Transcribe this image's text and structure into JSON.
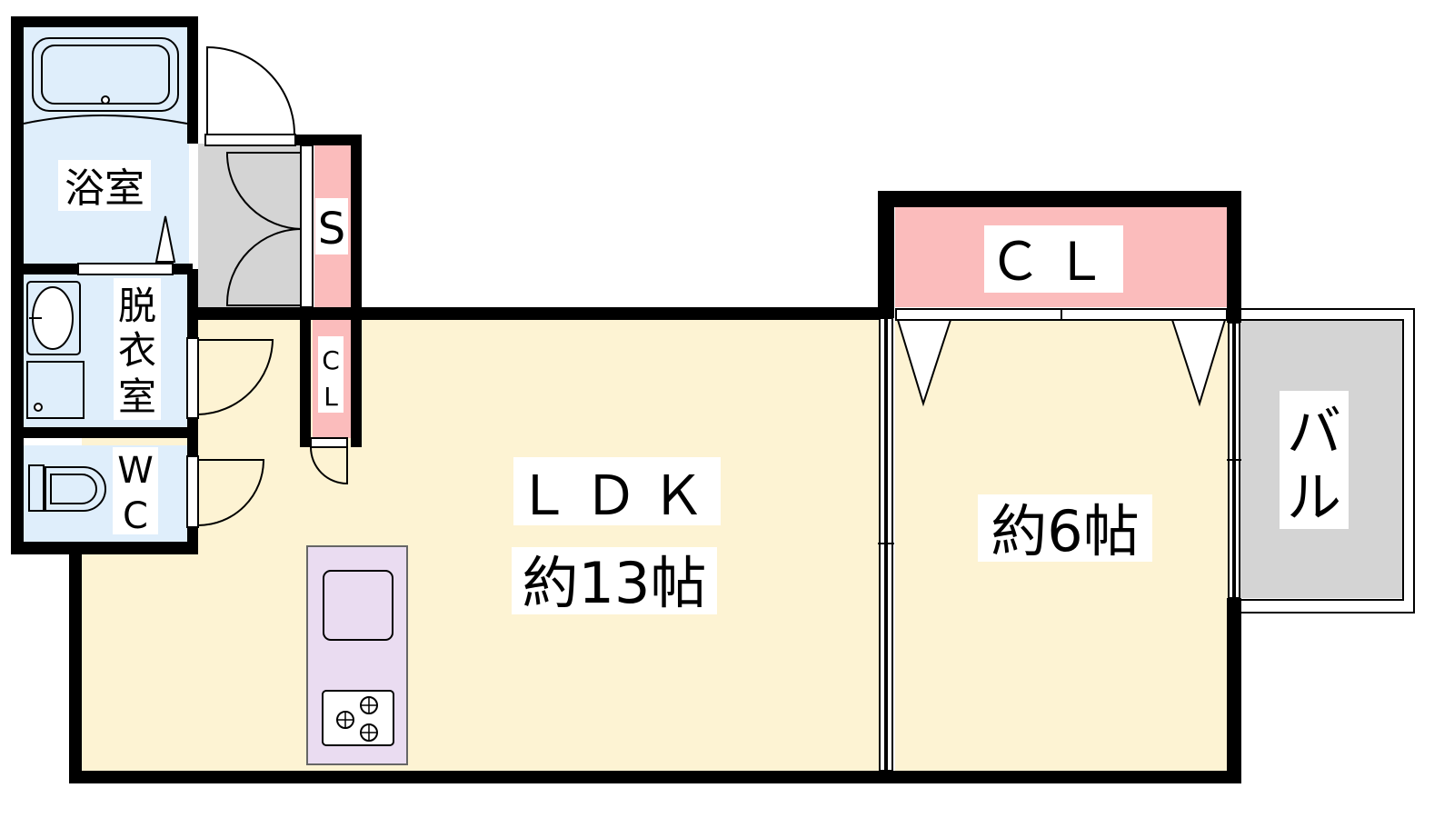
{
  "rooms": {
    "bath": {
      "label": "浴室"
    },
    "dressing": {
      "line1": "脱",
      "line2": "衣",
      "line3": "室"
    },
    "wc": {
      "line1": "W",
      "line2": "C"
    },
    "storage_s": {
      "label": "S"
    },
    "hall_closet": {
      "line1": "C",
      "line2": "L"
    },
    "ldk": {
      "name": "ＬＤＫ",
      "size": "約13帖"
    },
    "bedroom": {
      "size": "約6帖"
    },
    "bedroom_closet": {
      "label": "ＣＬ"
    },
    "balcony": {
      "line1": "バ",
      "line2": "ル"
    }
  },
  "colors": {
    "wet_area": "#dfeefb",
    "living": "#fdf3d3",
    "closet": "#fbbcbc",
    "kitchen": "#eadcf1",
    "balcony": "#d4d4d4",
    "entrance": "#d4d4d4",
    "wall": "#000000"
  }
}
